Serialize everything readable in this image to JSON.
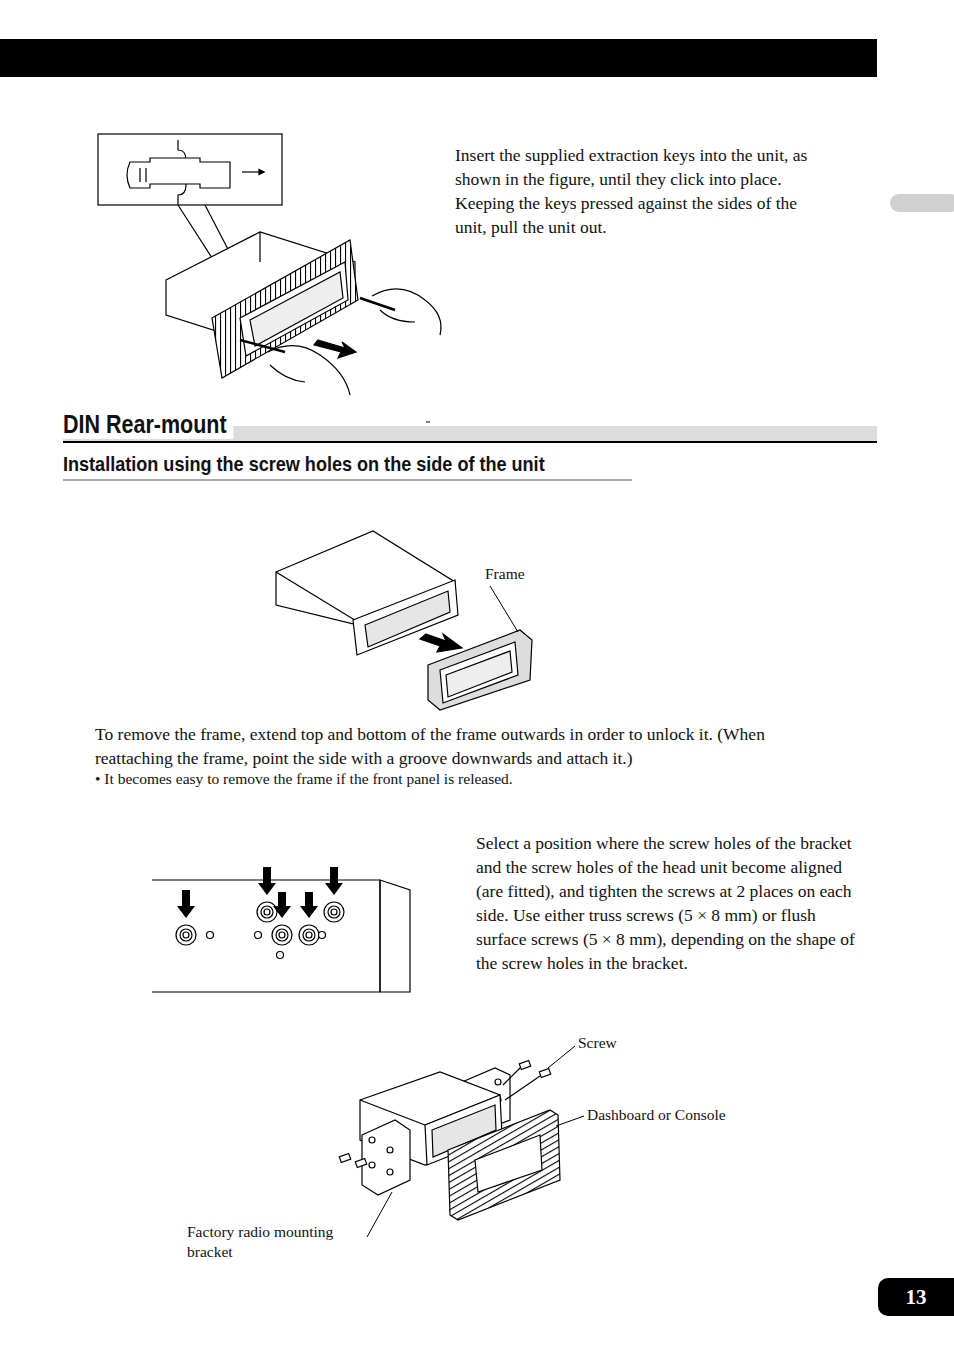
{
  "diagram": {
    "title": "DIN Rear-mount",
    "nodes": [
      {
        "text": [
          "13"
        ]
      }
    ],
    "labels": [
      "Insert the supplied extraction keys into the unit, as shown in the figure, until they click into place. Keeping the keys pressed against the sides of the unit, pull the unit out.",
      "Installation using the screw holes on the side of the unit",
      "Frame",
      "To remove the frame, extend top and bottom of the frame outwards in order to unlock it. (When reattaching the frame, point the side with a groove downwards and attach it.)",
      "•  It becomes easy to remove the frame if the front panel is released.",
      "Select a position where the screw holes of the bracket and the screw holes of the head unit become aligned (are fitted), and tighten the screws at 2 places on each side. Use either truss screws (5 × 8 mm) or flush surface screws (5 × 8 mm), depending on the shape of the screw holes in the bracket.",
      "Screw",
      "Dashboard or Console",
      "Factory radio mounting bracket"
    ]
  }
}
